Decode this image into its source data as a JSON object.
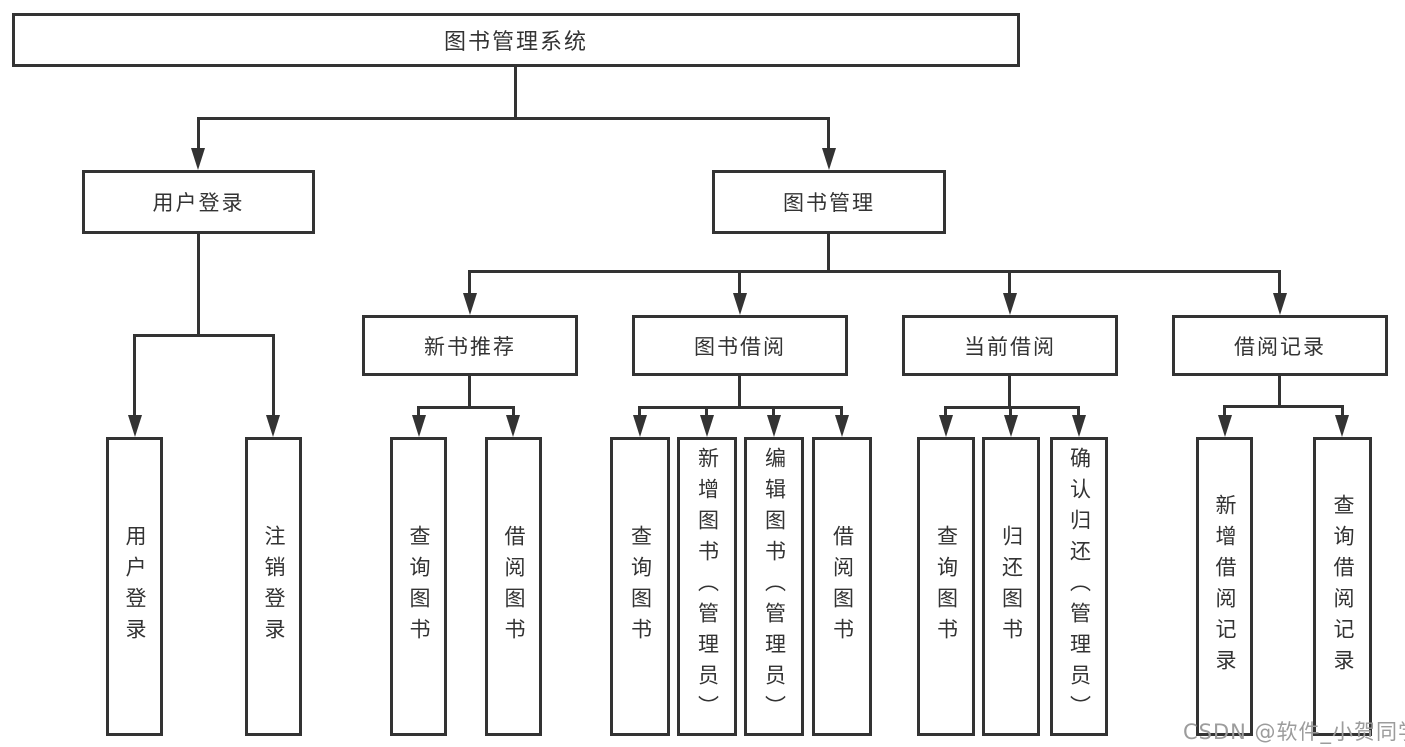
{
  "tree": {
    "root": "图书管理系统",
    "level2": [
      "用户登录",
      "图书管理"
    ],
    "level3": [
      "新书推荐",
      "图书借阅",
      "当前借阅",
      "借阅记录"
    ],
    "leaves": {
      "login": [
        "用户登录",
        "注销登录"
      ],
      "recommend": [
        "查询图书",
        "借阅图书"
      ],
      "borrow": [
        "查询图书",
        "新增图书（管理员）",
        "编辑图书（管理员）",
        "借阅图书"
      ],
      "current": [
        "查询图书",
        "归还图书",
        "确认归还（管理员）"
      ],
      "records": [
        "新增借阅记录",
        "查询借阅记录"
      ]
    }
  },
  "watermark": "CSDN @软件_小贺同学",
  "colors": {
    "line": "#333333",
    "text": "#333333",
    "watermark": "#9c9c9c",
    "background": "#ffffff"
  }
}
